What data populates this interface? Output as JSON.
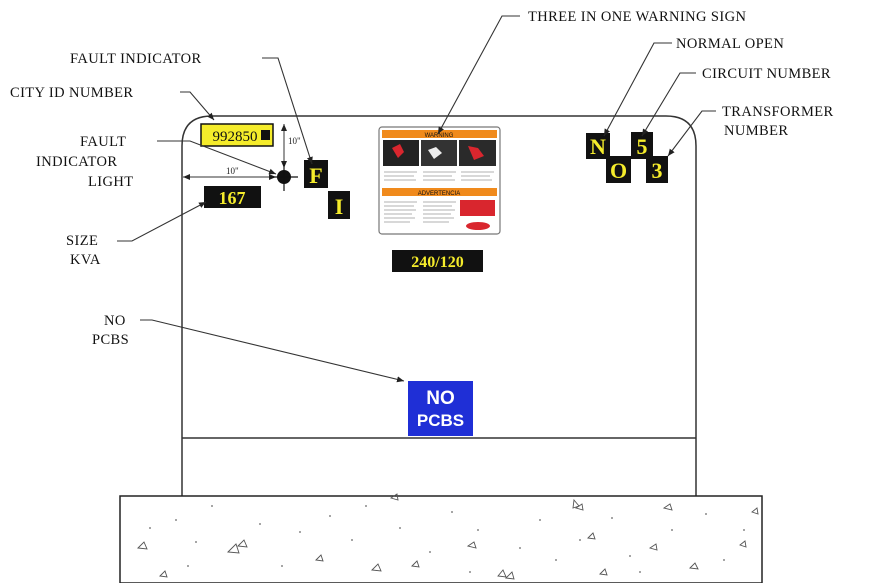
{
  "callouts": {
    "three_in_one": "THREE IN ONE WARNING SIGN",
    "fault_indicator": "FAULT INDICATOR",
    "normal_open": "NORMAL OPEN",
    "circuit_number": "CIRCUIT NUMBER",
    "city_id": "CITY ID NUMBER",
    "transformer_line1": "TRANSFORMER",
    "transformer_line2": "NUMBER",
    "fi_light_line1": "FAULT",
    "fi_light_line2": "INDICATOR",
    "fi_light_line3": "LIGHT",
    "size_line1": "SIZE",
    "size_line2": "KVA",
    "no_pcbs_line1": "NO",
    "no_pcbs_line2": "PCBS"
  },
  "plates": {
    "city_id": "992850",
    "kva": "167",
    "voltage": "240/120",
    "fault_f": "F",
    "fault_i": "I",
    "normal_n": "N",
    "normal_o": "O",
    "circuit": "5",
    "transformer": "3"
  },
  "dimensions": {
    "vertical": "10\"",
    "horizontal": "10\""
  },
  "warning_sign": {
    "header_top": "WARNING",
    "header_mid": "ADVERTENCIA",
    "header_color": "#f08a1c"
  },
  "no_pcbs_sign": {
    "line1": "NO",
    "line2": "PCBS",
    "color": "#1f2fd6"
  },
  "colors": {
    "plate_bg": "#111111",
    "plate_text": "#f5ec2b",
    "city_plate_bg": "#f5ec2b"
  }
}
